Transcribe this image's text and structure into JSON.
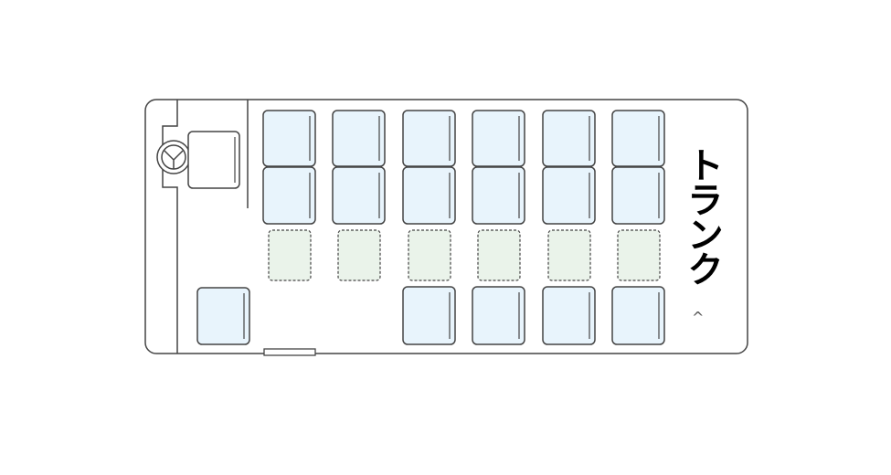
{
  "diagram": {
    "trunk_label": "トランク",
    "trunk_arrow_glyph": "^",
    "colors": {
      "outline": "#444444",
      "seat_fill": "#e8f4fc",
      "aux_seat_fill": "#eaf3ea"
    },
    "layout_counts": {
      "main_seat_columns": 6,
      "double_seat_rows": 2,
      "aux_seats": 6,
      "bottom_row_seats": 4,
      "front_passenger_seats": 1
    },
    "icons": [
      "steering-wheel-icon",
      "door-step-icon"
    ]
  }
}
